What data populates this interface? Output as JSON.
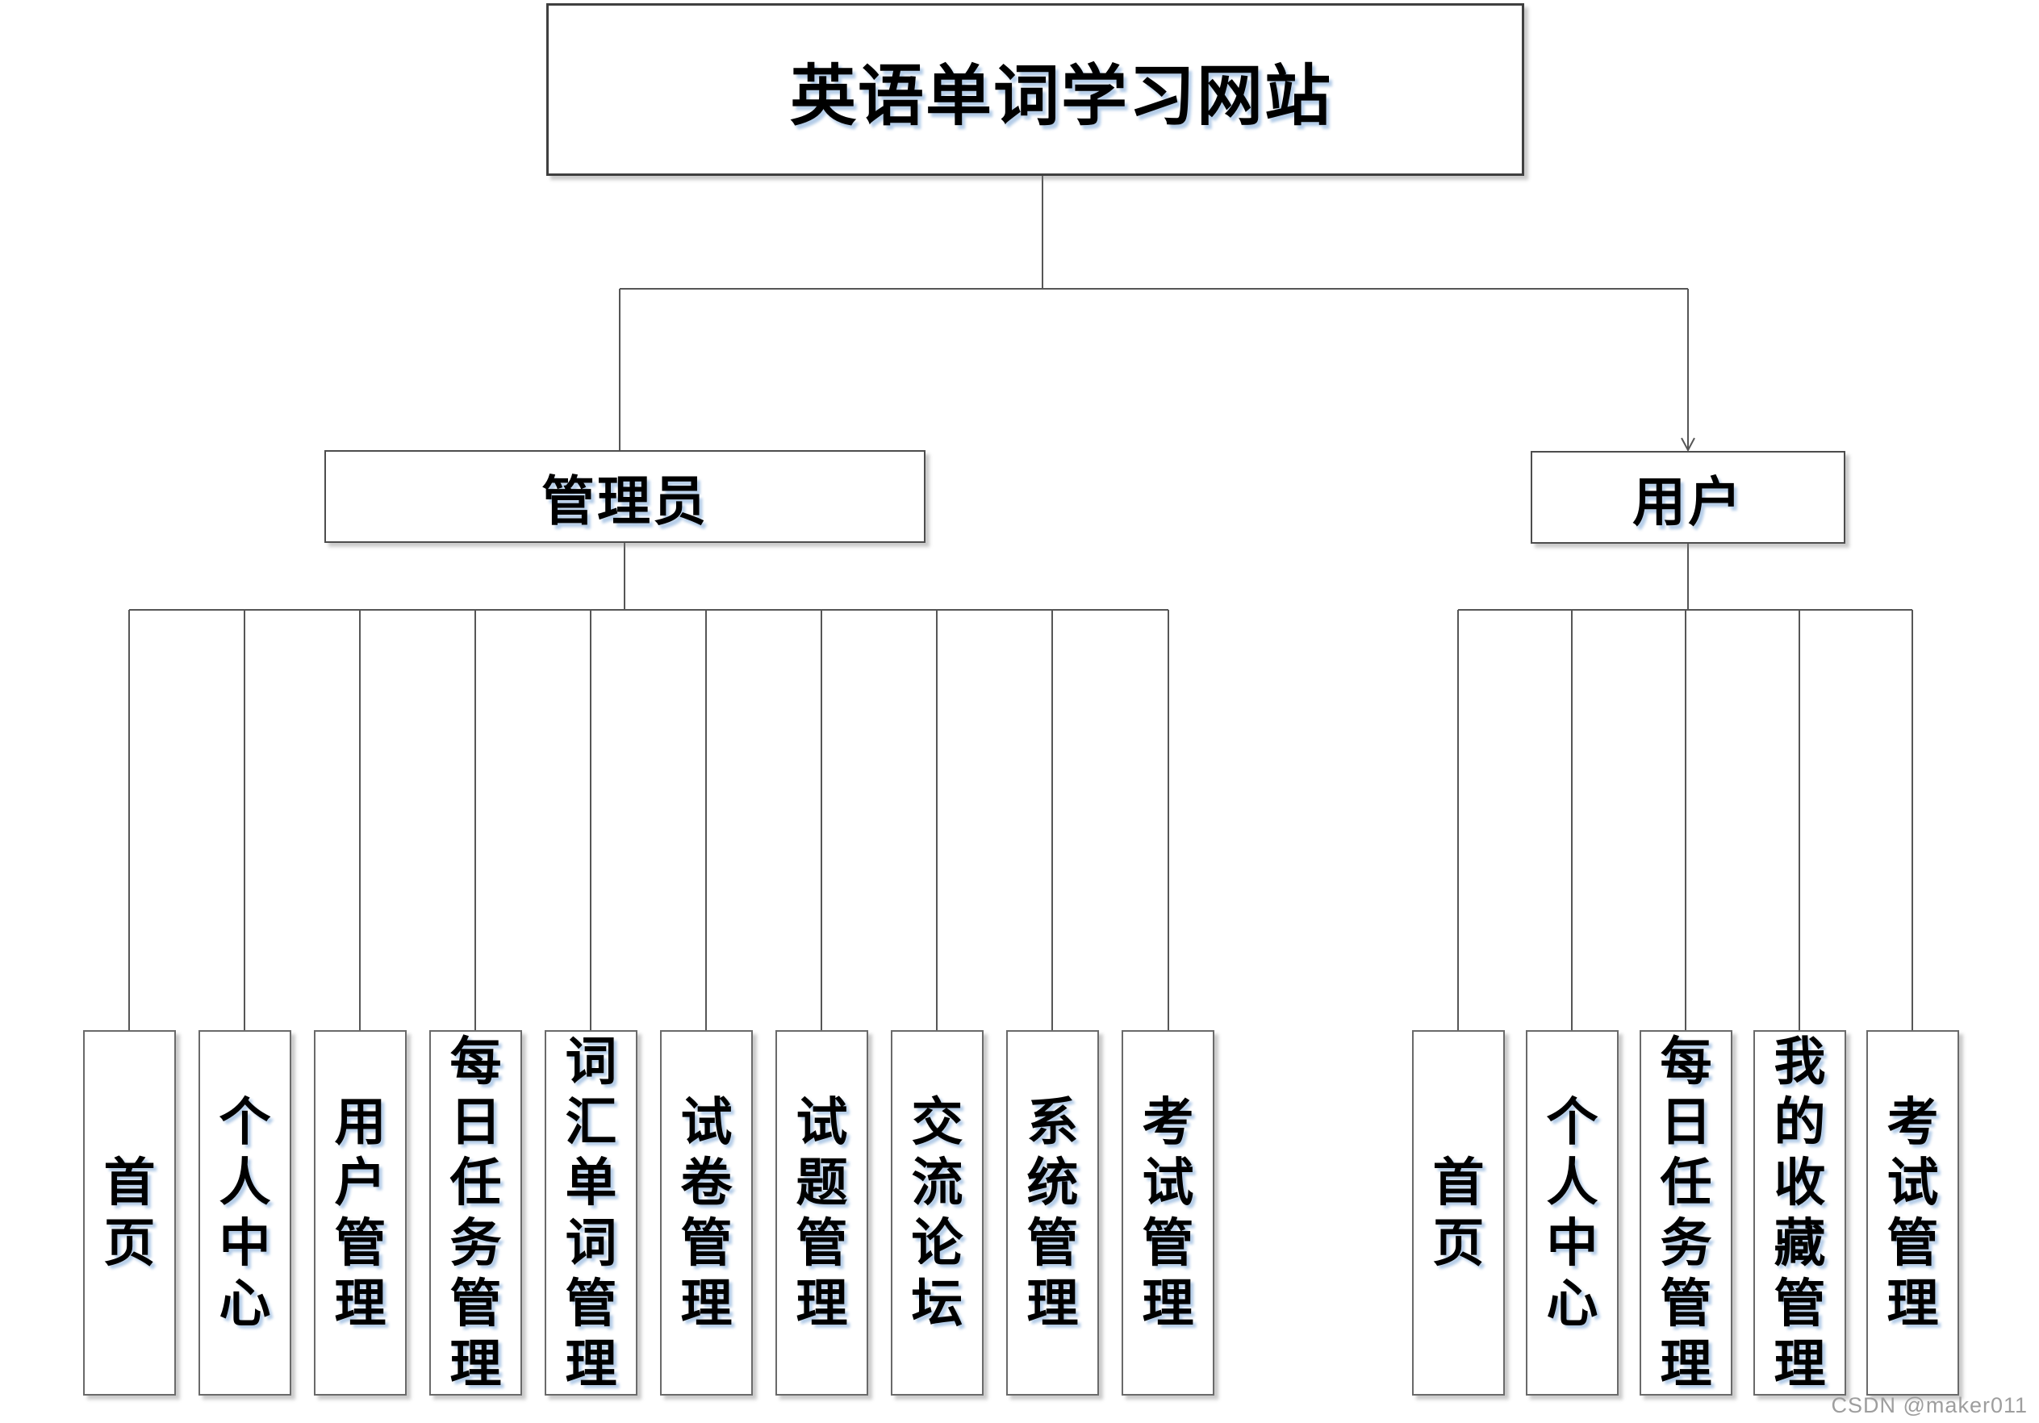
{
  "diagram_type": "site-structure-org-chart",
  "tree": {
    "root": {
      "label": "英语单词学习网站"
    },
    "branches": [
      {
        "label": "管理员",
        "children": [
          "首页",
          "个人中心",
          "用户管理",
          "每日任务管理",
          "词汇单词管理",
          "试卷管理",
          "试题管理",
          "交流论坛",
          "系统管理",
          "考试管理"
        ]
      },
      {
        "label": "用户",
        "children": [
          "首页",
          "个人中心",
          "每日任务管理",
          "我的收藏管理",
          "考试管理"
        ]
      }
    ]
  },
  "watermark": {
    "text": "CSDN @maker011"
  },
  "colors": {
    "background": "#ffffff",
    "box_fill": "#ffffff",
    "box_border": "#4d4d4d",
    "connector": "#565656",
    "text": "#000000",
    "text_shadow": "#a3c1e2",
    "watermark": "#9e9e9e"
  }
}
